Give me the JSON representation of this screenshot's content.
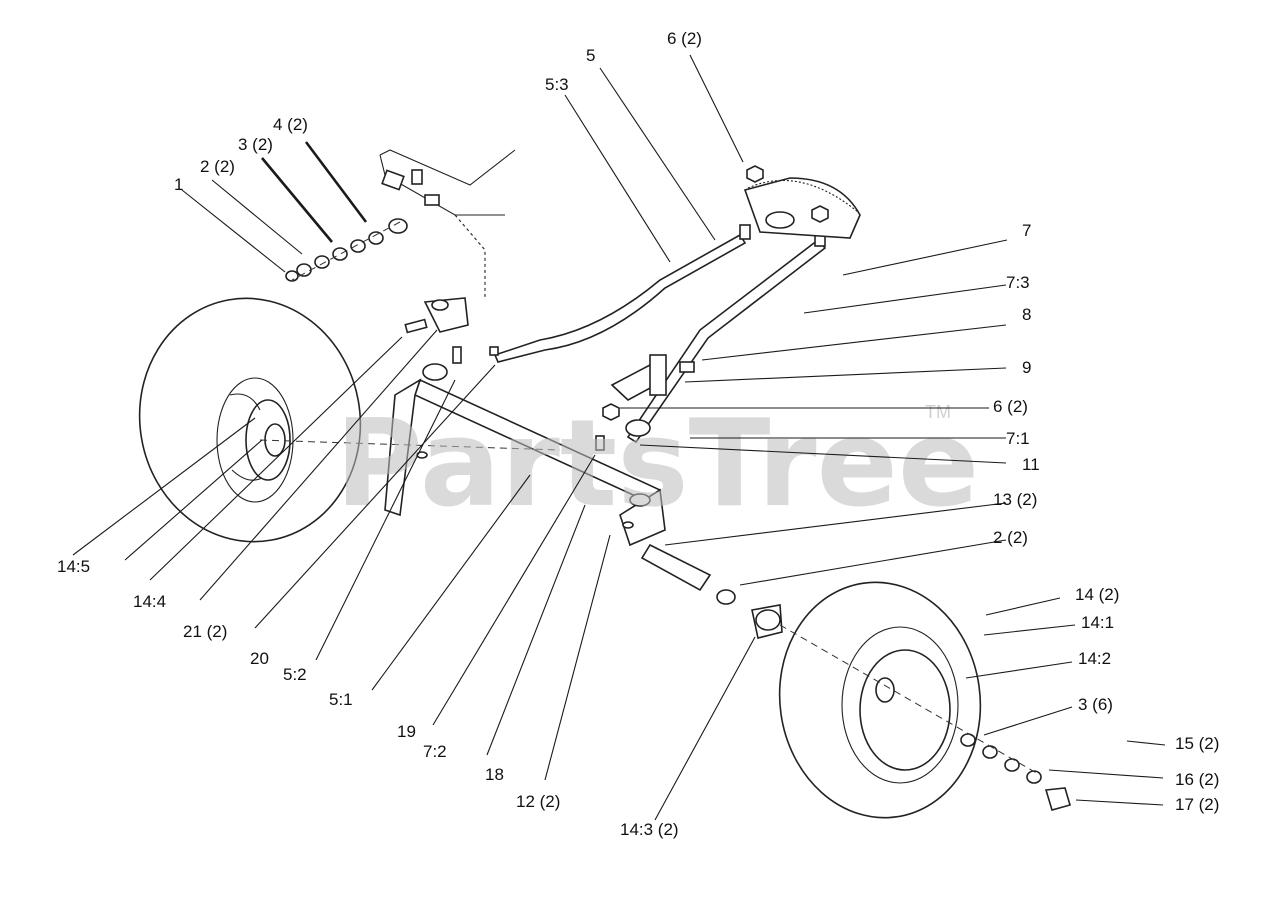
{
  "watermark": {
    "text": "PartsTree",
    "tm": "TM"
  },
  "callouts": {
    "c1": "1",
    "c2": "2 (2)",
    "c3": "3 (2)",
    "c4": "4 (2)",
    "c5_3": "5:3",
    "c5": "5",
    "c6_top": "6 (2)",
    "c7": "7",
    "c7_3": "7:3",
    "c8": "8",
    "c9": "9",
    "c6_mid": "6 (2)",
    "c7_1": "7:1",
    "c11": "11",
    "c13": "13 (2)",
    "c2_right": "2 (2)",
    "c14": "14 (2)",
    "c14_1": "14:1",
    "c14_2": "14:2",
    "c3_right": "3 (6)",
    "c15": "15 (2)",
    "c16": "16 (2)",
    "c17": "17 (2)",
    "c14_3": "14:3 (2)",
    "c12": "12 (2)",
    "c18": "18",
    "c7_2": "7:2",
    "c19": "19",
    "c5_1": "5:1",
    "c5_2": "5:2",
    "c20": "20",
    "c21": "21 (2)",
    "c14_4": "14:4",
    "c14_5": "14:5"
  }
}
